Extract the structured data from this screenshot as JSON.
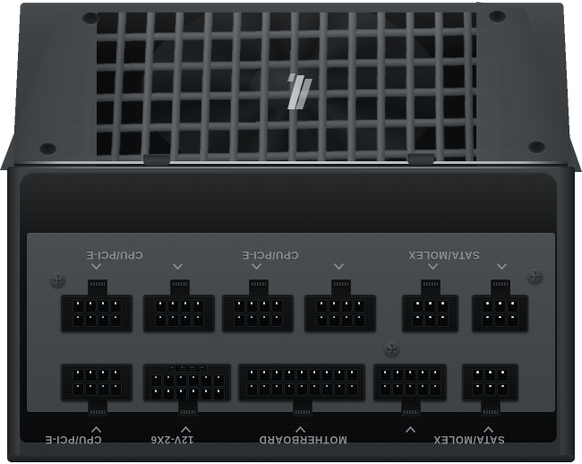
{
  "product": {
    "brand": "CORSAIR",
    "type": "ATX Power Supply Unit",
    "view": "top-front three-quarter",
    "body_color": "#3a3d40",
    "faceplate_color": "#0f1112",
    "connector_plate_color": "#45484b",
    "label_text_color": "#8e9295",
    "pin_dot_color": "#d8dbde"
  },
  "top_panel": {
    "name": "ventilation-grille",
    "grille_pattern": "rectangular honeycomb mesh",
    "grille_columns": 15,
    "grille_rows": 6,
    "logo": "corsair-sails-logo",
    "screw_holes": 4
  },
  "connector_panel": {
    "rows": [
      {
        "row_name": "top-row",
        "connectors": [
          {
            "id": "cpu-pcie-1",
            "label": "CPU/PCI-E",
            "label_span": 2,
            "pins": 8,
            "cols": 4,
            "rows": 2,
            "notch": "up"
          },
          {
            "id": "cpu-pcie-2",
            "label": "",
            "label_span": 0,
            "pins": 8,
            "cols": 4,
            "rows": 2,
            "notch": "up"
          },
          {
            "id": "cpu-pcie-3",
            "label": "CPU/PCI-E",
            "label_span": 2,
            "pins": 8,
            "cols": 4,
            "rows": 2,
            "notch": "up"
          },
          {
            "id": "cpu-pcie-4",
            "label": "",
            "label_span": 0,
            "pins": 8,
            "cols": 4,
            "rows": 2,
            "notch": "up"
          },
          {
            "id": "sata-molex-1",
            "label": "SATA/MOLEX",
            "label_span": 2,
            "pins": 6,
            "cols": 3,
            "rows": 2,
            "notch": "up"
          },
          {
            "id": "sata-molex-2",
            "label": "",
            "label_span": 0,
            "pins": 6,
            "cols": 3,
            "rows": 2,
            "notch": "up"
          }
        ]
      },
      {
        "row_name": "bottom-row",
        "connectors": [
          {
            "id": "cpu-pcie-5",
            "label": "CPU/PCI-E",
            "pins": 8,
            "cols": 4,
            "rows": 2,
            "notch": "down"
          },
          {
            "id": "12v-2x6",
            "label": "12V-2X6",
            "pins": 12,
            "cols": 6,
            "rows": 2,
            "notch": "down",
            "sense_pins": 4
          },
          {
            "id": "mb-1",
            "label": "MOTHERBOARD",
            "pins": 18,
            "cols": 9,
            "rows": 2,
            "notch": "down"
          },
          {
            "id": "mb-2",
            "label": "",
            "pins": 10,
            "cols": 5,
            "rows": 2,
            "notch": "down"
          },
          {
            "id": "sata-molex-3",
            "label": "SATA/MOLEX",
            "pins": 6,
            "cols": 3,
            "rows": 2,
            "notch": "down"
          }
        ]
      }
    ],
    "labels_top": [
      "CPU/PCI-E",
      "CPU/PCI-E",
      "SATA/MOLEX"
    ],
    "labels_bottom": [
      "CPU/PCI-E",
      "12V-2X6",
      "MOTHERBOARD",
      "SATA/MOLEX"
    ],
    "label_orientation": "rotated-180",
    "screws": 3
  }
}
